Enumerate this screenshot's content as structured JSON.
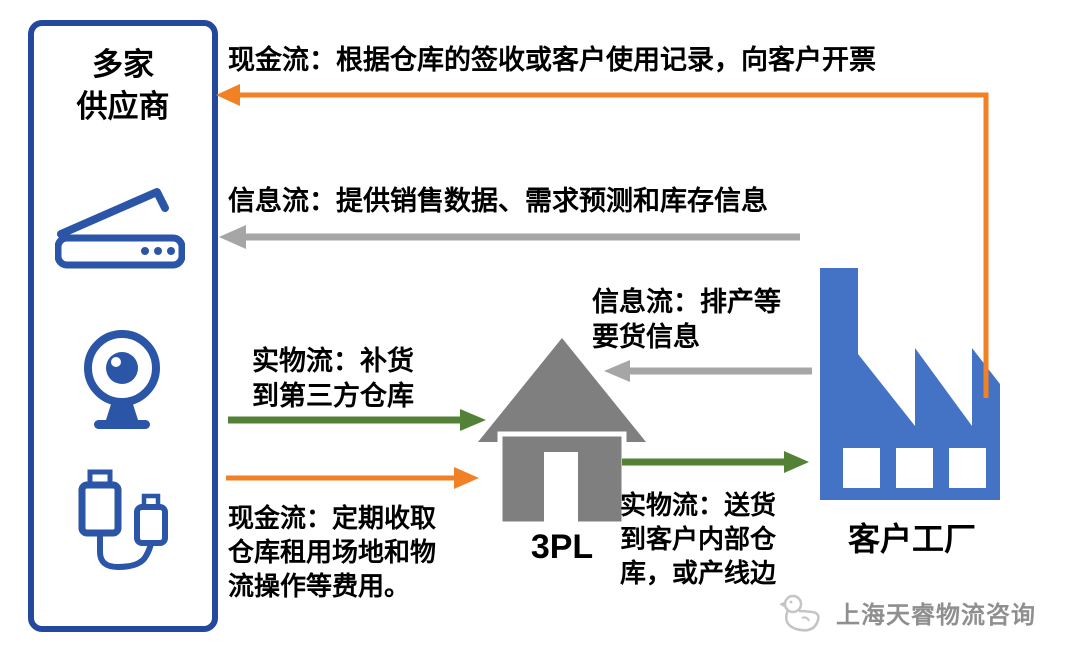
{
  "supplier_box": {
    "title": "多家\n供应商"
  },
  "nodes": {
    "warehouse": "3PL",
    "factory": "客户工厂"
  },
  "flows": {
    "cash_invoice": "现金流：根据仓库的签收或客户使用记录，向客户开票",
    "info_sales": "信息流：提供销售数据、需求预测和库存信息",
    "info_production": "信息流：排产等\n要货信息",
    "physical_replenish": "实物流：补货\n到第三方仓库",
    "cash_rental": "现金流：定期收取\n仓库租用场地和物\n流操作等费用。",
    "physical_delivery": "实物流：送货\n到客户内部仓\n库，或产线边"
  },
  "watermark": {
    "text": "上海天睿物流咨询"
  },
  "icons": {
    "supplier_devices": [
      "scanner-icon",
      "webcam-icon",
      "usb-cable-icon"
    ],
    "warehouse": "house-icon",
    "factory": "factory-icon"
  },
  "colors": {
    "cash_flow_orange": "#F28125",
    "info_flow_gray": "#A6A6A6",
    "physical_flow_green": "#538135",
    "supplier_border_blue": "#24489B",
    "device_icon_blue": "#2B55A6",
    "factory_blue": "#4472C4",
    "warehouse_gray": "#7F7F7F",
    "watermark_gray": "#8F8F8F"
  }
}
